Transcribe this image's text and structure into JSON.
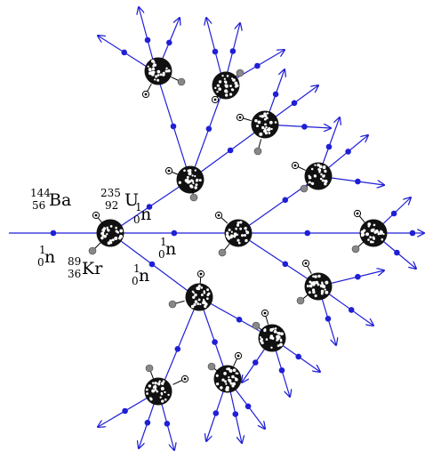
{
  "labels": {
    "incoming_neutron": {
      "mass": "1",
      "charge": "0",
      "symbol": "n"
    },
    "uranium": {
      "mass": "235",
      "charge": "92",
      "symbol": "U"
    },
    "barium": {
      "mass": "144",
      "charge": "56",
      "symbol": "Ba"
    },
    "krypton": {
      "mass": "89",
      "charge": "36",
      "symbol": "Kr"
    },
    "neutron_up": {
      "mass": "1",
      "charge": "0",
      "symbol": "n"
    },
    "neutron_mid": {
      "mass": "1",
      "charge": "0",
      "symbol": "n"
    },
    "neutron_down": {
      "mass": "1",
      "charge": "0",
      "symbol": "n"
    }
  },
  "colors": {
    "neutron": "#1f1fd6",
    "nucleus": "#111111",
    "fragment": "#888888"
  },
  "icons": {
    "nucleus": "uranium-nucleus-icon",
    "neutron": "neutron-dot-icon",
    "fragment": "fission-fragment-icon"
  }
}
